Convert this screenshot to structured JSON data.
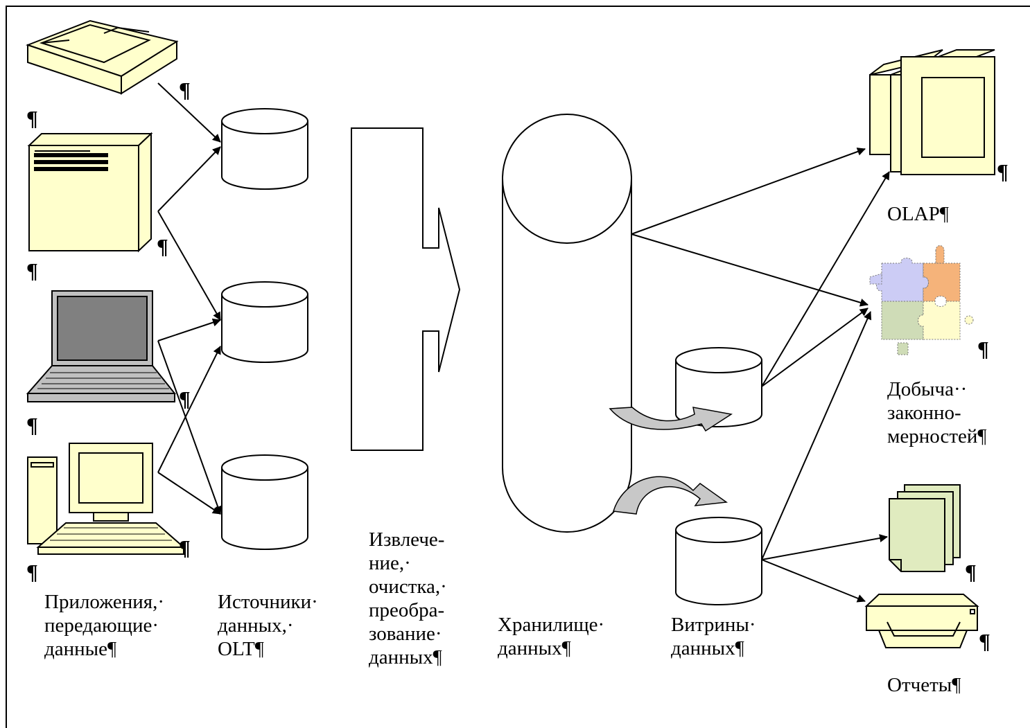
{
  "colors": {
    "device_fill": "#ffffcc",
    "laptop_gray": "#c0c0c0",
    "report_green": "#e0ebbf",
    "puzzle_purple": "#ccccf5",
    "puzzle_orange": "#f5b37a",
    "puzzle_green": "#cfdcb7",
    "puzzle_yellow": "#fffccc",
    "curved_arrow_fill": "#c8c8c8",
    "stroke": "#000000"
  },
  "icons": [
    "scanner-icon",
    "server-icon",
    "laptop-icon",
    "desktop-computer-icon",
    "olap-monitor-icon",
    "puzzle-icon",
    "reports-icon",
    "printer-icon"
  ],
  "pilcrow": "¶",
  "labels": {
    "applications": [
      "Приложения,·",
      "передающие·",
      "данные¶"
    ],
    "sources": [
      "Источники·",
      "данных,·",
      "OLT¶"
    ],
    "etl": [
      "Извлече-",
      "ние,·",
      "очистка,·",
      "преобра-",
      "зование·",
      "данных¶"
    ],
    "warehouse": [
      "Хранилище·",
      "данных¶"
    ],
    "marts": [
      "Витрины·",
      "данных¶"
    ],
    "olap": "OLAP¶",
    "mining": [
      "Добыча··",
      "законно-",
      "мерностей¶"
    ],
    "reports": "Отчеты¶"
  }
}
